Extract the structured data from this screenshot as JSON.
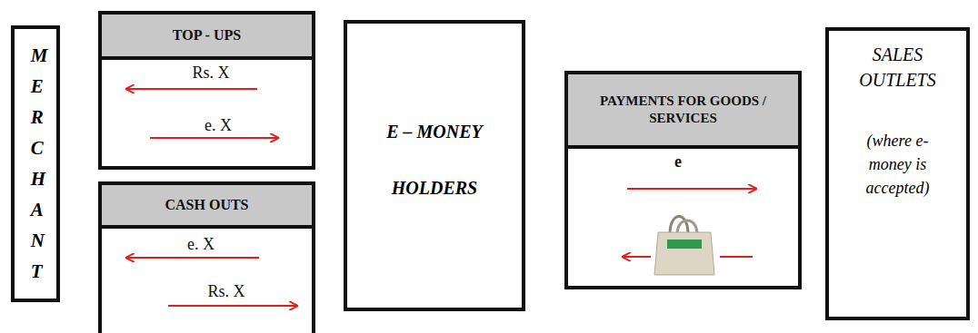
{
  "diagram": {
    "nodes": [
      {
        "text": [
          "MERCHANT"
        ]
      },
      {
        "text": [
          "TOP - UPS"
        ]
      },
      {
        "text": [
          "CASH OUTS"
        ]
      },
      {
        "text": [
          "E – MONEY HOLDERS"
        ]
      },
      {
        "text": [
          "PAYMENTS FOR GOODS / SERVICES"
        ]
      },
      {
        "text": [
          "SALES OUTLETS",
          "(where e-money is accepted)"
        ]
      }
    ],
    "labels": [
      "Rs. X",
      "e. X",
      "e. X",
      "Rs. X",
      "e"
    ]
  }
}
